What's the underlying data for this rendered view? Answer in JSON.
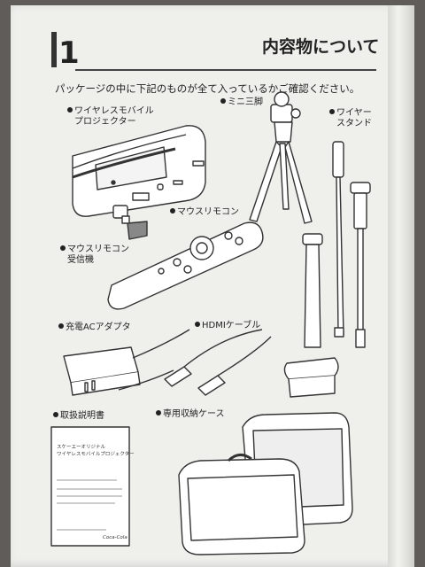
{
  "section": {
    "number": "1",
    "title": "内容物について"
  },
  "intro": "パッケージの中に下記のものが全て入っているかご確認ください。",
  "items": {
    "projector": {
      "line1": "ワイヤレスモバイル",
      "line2": "プロジェクター"
    },
    "tripod": "ミニ三脚",
    "stand": {
      "line1": "ワイヤー",
      "line2": "スタンド"
    },
    "remote": "マウスリモコン",
    "receiver": {
      "line1": "マウスリモコン",
      "line2": "受信機"
    },
    "adapter": "充電ACアダプタ",
    "hdmi": "HDMIケーブル",
    "manual": "取扱説明書",
    "case": "専用収納ケース"
  },
  "manual_booklet": {
    "line1": "スケーエーオリジナル",
    "line2": "ワイヤレスモバイルプロジェクター",
    "brand": "Coca-Cola"
  }
}
